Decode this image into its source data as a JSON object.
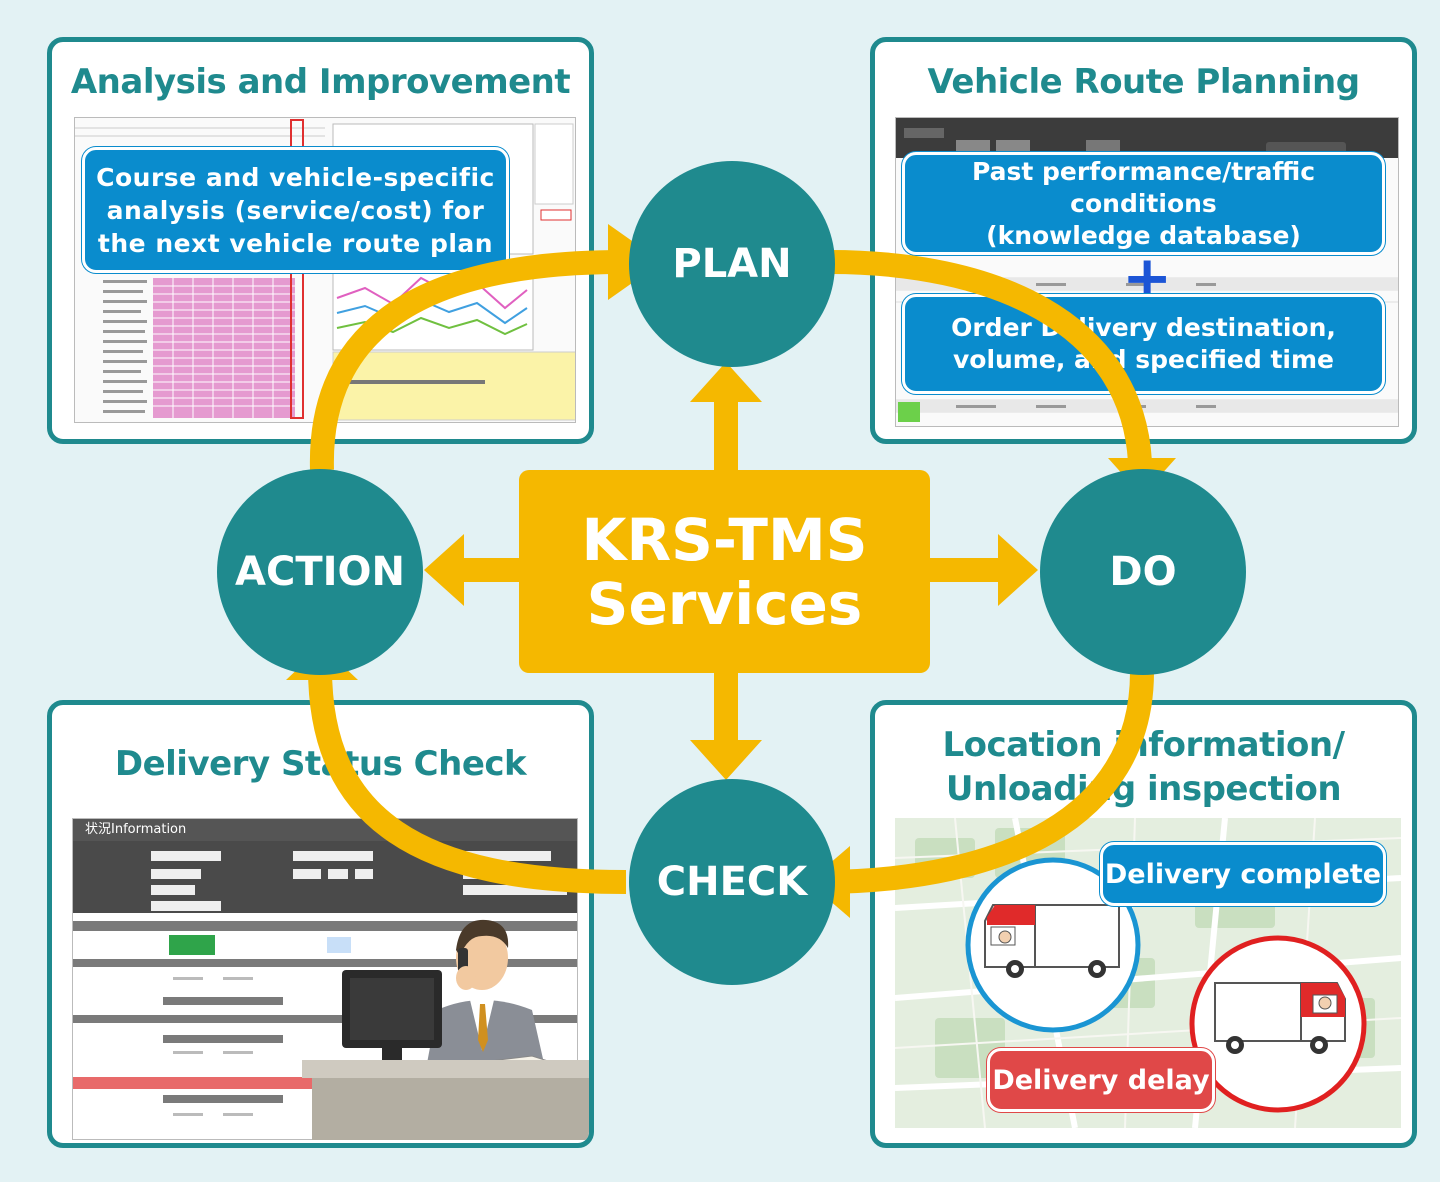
{
  "center": {
    "line1": "KRS-TMS",
    "line2": "Services"
  },
  "cycle": {
    "plan": "PLAN",
    "do": "DO",
    "check": "CHECK",
    "action": "ACTION"
  },
  "panels": {
    "analysis": {
      "title": "Analysis and Improvement",
      "callout": [
        "Course and vehicle-specific",
        "analysis (service/cost) for",
        "the next vehicle route plan"
      ]
    },
    "route": {
      "title": "Vehicle Route Planning",
      "box1": [
        "Past performance/traffic conditions",
        "(knowledge database)"
      ],
      "plus": "+",
      "box2": [
        "Order Delivery destination,",
        "volume, and specified time"
      ]
    },
    "status": {
      "title": "Delivery Status Check",
      "window_title": "状況Information"
    },
    "location": {
      "title_line1": "Location information/",
      "title_line2": "Unloading inspection",
      "complete": "Delivery complete",
      "delay": "Delivery delay"
    }
  },
  "colors": {
    "teal": "#1f8a8e",
    "gold": "#f5b800",
    "blue": "#0a8ccd",
    "complete_ring": "#1a95d3",
    "delay": "#e04848",
    "background": "#e3f2f4"
  }
}
